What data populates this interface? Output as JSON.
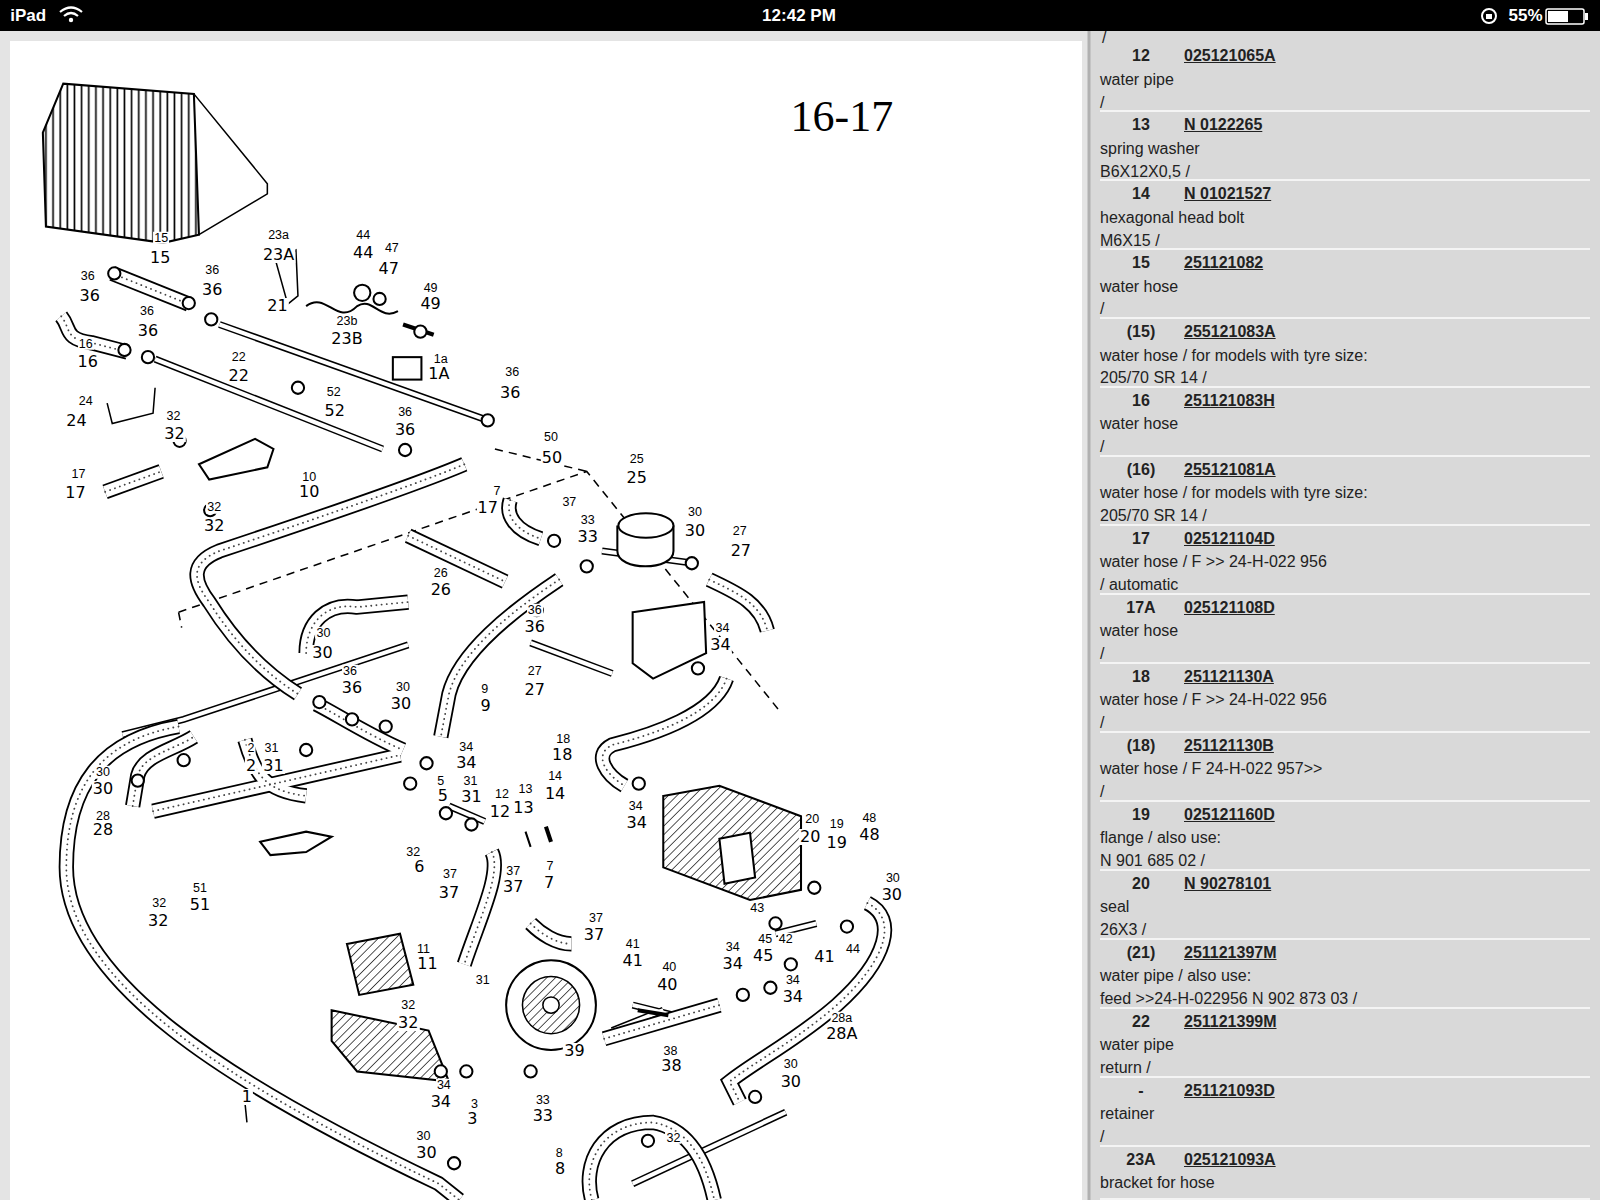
{
  "diagram": {
    "nodes": [
      {
        "text": [
          "12",
          "025121065A",
          "water pipe",
          "/"
        ]
      },
      {
        "text": [
          "13",
          "N 0122265",
          "spring washer",
          "B6X12X0,5 /"
        ]
      },
      {
        "text": [
          "14",
          "N 01021527",
          "hexagonal head bolt",
          "M6X15 /"
        ]
      },
      {
        "text": [
          "15",
          "251121082",
          "water hose",
          "/"
        ]
      },
      {
        "text": [
          "(15)",
          "255121083A",
          "water hose / for models with tyre size:",
          "205/70 SR 14 /"
        ]
      },
      {
        "text": [
          "16",
          "251121083H",
          "water hose",
          "/"
        ]
      },
      {
        "text": [
          "(16)",
          "255121081A",
          "water hose / for models with tyre size:",
          "205/70 SR 14 /"
        ]
      },
      {
        "text": [
          "17",
          "025121104D",
          "water hose / F >> 24-H-022 956",
          "/ automatic"
        ]
      },
      {
        "text": [
          "17A",
          "025121108D",
          "water hose",
          "/"
        ]
      },
      {
        "text": [
          "18",
          "251121130A",
          "water hose / F >> 24-H-022 956",
          "/"
        ]
      },
      {
        "text": [
          "(18)",
          "251121130B",
          "water hose / F 24-H-022 957>>",
          "/"
        ]
      },
      {
        "text": [
          "19",
          "025121160D",
          "flange / also use:",
          "N 901 685 02 /"
        ]
      },
      {
        "text": [
          "20",
          "N 90278101",
          "seal",
          "26X3 /"
        ]
      },
      {
        "text": [
          "(21)",
          "251121397M",
          "water pipe / also use:",
          "feed >>24-H-022956 N 902 873 03 /"
        ]
      },
      {
        "text": [
          "22",
          "251121399M",
          "water pipe",
          "return /"
        ]
      },
      {
        "text": [
          "-",
          "251121093D",
          "retainer",
          "/"
        ]
      },
      {
        "text": [
          "23A",
          "025121093A",
          "bracket for hose"
        ]
      }
    ],
    "labels": [
      "iPad",
      "12:42 PM",
      "55%",
      "16-17",
      "/",
      "15",
      "15",
      "23a",
      "23A",
      "44",
      "44",
      "47",
      "47",
      "49",
      "49",
      "36",
      "36",
      "36",
      "36",
      "21",
      "23b",
      "23B",
      "36",
      "36",
      "1a",
      "1A",
      "16",
      "16",
      "22",
      "22",
      "36",
      "36",
      "52",
      "52",
      "36",
      "36",
      "24",
      "24",
      "32",
      "32",
      "50",
      "50",
      "25",
      "25",
      "17",
      "17",
      "10",
      "10",
      "7",
      "17",
      "32",
      "32",
      "37",
      "33",
      "33",
      "30",
      "30",
      "27",
      "27",
      "26",
      "26",
      "36",
      "36",
      "34",
      "34",
      "30",
      "30",
      "36",
      "36",
      "27",
      "27",
      "30",
      "30",
      "9",
      "9",
      "2",
      "2",
      "31",
      "31",
      "34",
      "34",
      "18",
      "18",
      "30",
      "30",
      "5",
      "5",
      "31",
      "31",
      "12",
      "12",
      "13",
      "13",
      "14",
      "14",
      "28",
      "28",
      "34",
      "34",
      "20",
      "20",
      "19",
      "19",
      "48",
      "48",
      "30",
      "30",
      "32",
      "6",
      "37",
      "37",
      "37",
      "37",
      "7",
      "7",
      "51",
      "51",
      "32",
      "32",
      "37",
      "37",
      "43",
      "45",
      "45",
      "42",
      "41",
      "44",
      "41",
      "41",
      "40",
      "40",
      "11",
      "11",
      "34",
      "34",
      "34",
      "34",
      "28a",
      "28A",
      "31",
      "32",
      "32",
      "39",
      "38",
      "38",
      "30",
      "30",
      "34",
      "34",
      "1",
      "3",
      "3",
      "33",
      "33",
      "30",
      "30",
      "32",
      "8",
      "8"
    ]
  }
}
